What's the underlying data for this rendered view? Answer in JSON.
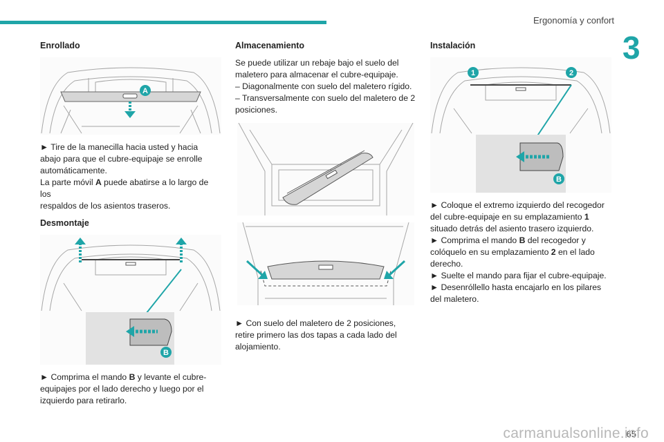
{
  "header": {
    "section_title": "Ergonomía y confort",
    "chapter_number": "3"
  },
  "col1": {
    "heading1": "Enrollado",
    "fig1_badge": "A",
    "para1_line1": "► Tire de la manecilla hacia usted y hacia",
    "para1_line2": "abajo para que el cubre-equipaje se enrolle",
    "para1_line3": "automáticamente.",
    "para2_pre": "La parte móvil ",
    "para2_bold": "A",
    "para2_post": " puede abatirse a lo largo de los",
    "para2_line2": "respaldos de los asientos traseros.",
    "heading2": "Desmontaje",
    "fig2_badge": "B",
    "para3_pre": "► Comprima el mando ",
    "para3_bold": "B",
    "para3_post": " y levante el cubre-",
    "para3_line2": "equipajes por el lado derecho y luego por el",
    "para3_line3": "izquierdo para retirarlo."
  },
  "col2": {
    "heading": "Almacenamiento",
    "p1": "Se puede utilizar un rebaje bajo el suelo del maletero para almacenar el cubre-equipaje.",
    "dash1": "– Diagonalmente con suelo del maletero rígido.",
    "dash2": "– Transversalmente con suelo del maletero de 2 posiciones.",
    "p2": "► Con suelo del maletero de 2 posiciones, retire primero las dos tapas a cada lado del alojamiento."
  },
  "col3": {
    "heading": "Instalación",
    "badge1": "1",
    "badge2": "2",
    "badgeB": "B",
    "s1_pre": "► Coloque el extremo izquierdo del recogedor del cubre-equipaje en su emplazamiento ",
    "s1_bold": "1",
    "s1_post": " situado detrás del asiento trasero izquierdo.",
    "s2_pre": "► Comprima el mando ",
    "s2_bold": "B",
    "s2_mid": " del recogedor y colóquelo en su emplazamiento ",
    "s2_bold2": "2",
    "s2_post": " en el lado derecho.",
    "s3": "► Suelte el mando para fijar el cubre-equipaje.",
    "s4": "► Desenróllello hasta encajarlo en los pilares del maletero."
  },
  "footer": {
    "page_number": "65",
    "watermark": "carmanualsonline.info"
  },
  "colors": {
    "accent": "#1fa5a8",
    "text": "#222222",
    "line_art": "#999999"
  }
}
